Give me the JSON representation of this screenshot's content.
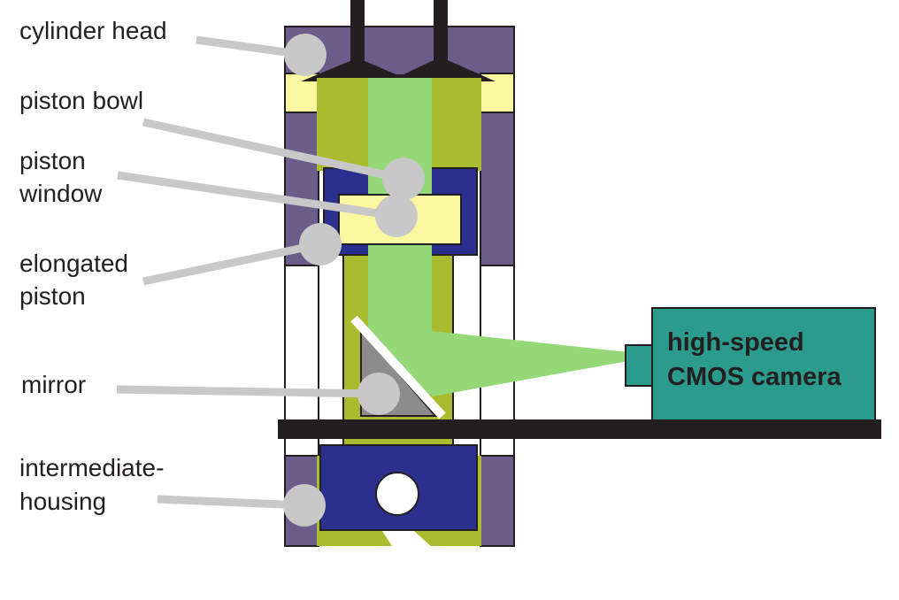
{
  "labels": {
    "cylinder_head": "cylinder head",
    "piston_bowl": "piston bowl",
    "piston_window_1": "piston",
    "piston_window_2": "window",
    "elongated_piston_1": "elongated",
    "elongated_piston_2": "piston",
    "mirror": "mirror",
    "intermediate_housing_1": "intermediate-",
    "intermediate_housing_2": "housing",
    "camera_1": "high-speed",
    "camera_2": "CMOS camera"
  },
  "colors": {
    "housing": "#6a5d8a",
    "bowl_blue": "#2b2f8e",
    "window_yellow": "#fbf6a0",
    "piston_olive": "#a9bc2f",
    "light_beam": "#95d877",
    "camera_teal": "#2a9b8c",
    "mirror_gray": "#8c8c8c",
    "leader_gray": "#c8c8c8",
    "black": "#231f20"
  }
}
